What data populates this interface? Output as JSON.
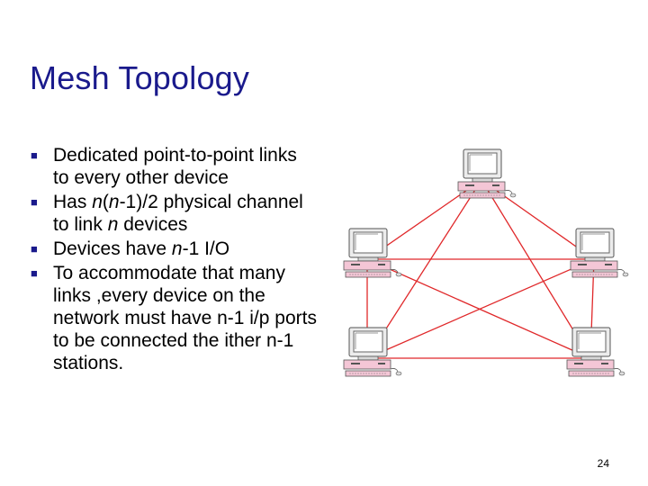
{
  "slide": {
    "title": "Mesh Topology",
    "bullets": [
      {
        "parts": [
          {
            "t": "Dedicated point-to-point links to every other device",
            "i": false
          }
        ]
      },
      {
        "parts": [
          {
            "t": "Has ",
            "i": false
          },
          {
            "t": "n",
            "i": true
          },
          {
            "t": "(",
            "i": false
          },
          {
            "t": "n",
            "i": true
          },
          {
            "t": "-1)/2 physical channel to link ",
            "i": false
          },
          {
            "t": "n",
            "i": true
          },
          {
            "t": " devices",
            "i": false
          }
        ]
      },
      {
        "parts": [
          {
            "t": "Devices have ",
            "i": false
          },
          {
            "t": "n",
            "i": true
          },
          {
            "t": "-1 I/O",
            "i": false
          }
        ]
      },
      {
        "parts": [
          {
            "t": "To accommodate that many links ,every device on the network must have n-1   i/p ports to be connected the ither n-1 stations.",
            "i": false
          }
        ]
      }
    ],
    "page_number": "24"
  },
  "colors": {
    "title": "#1a1a8c",
    "bullet": "#1a1a8c",
    "link": "#e0282a"
  },
  "icons": {
    "bullet": "square-bullet-icon",
    "device": "computer-icon"
  }
}
